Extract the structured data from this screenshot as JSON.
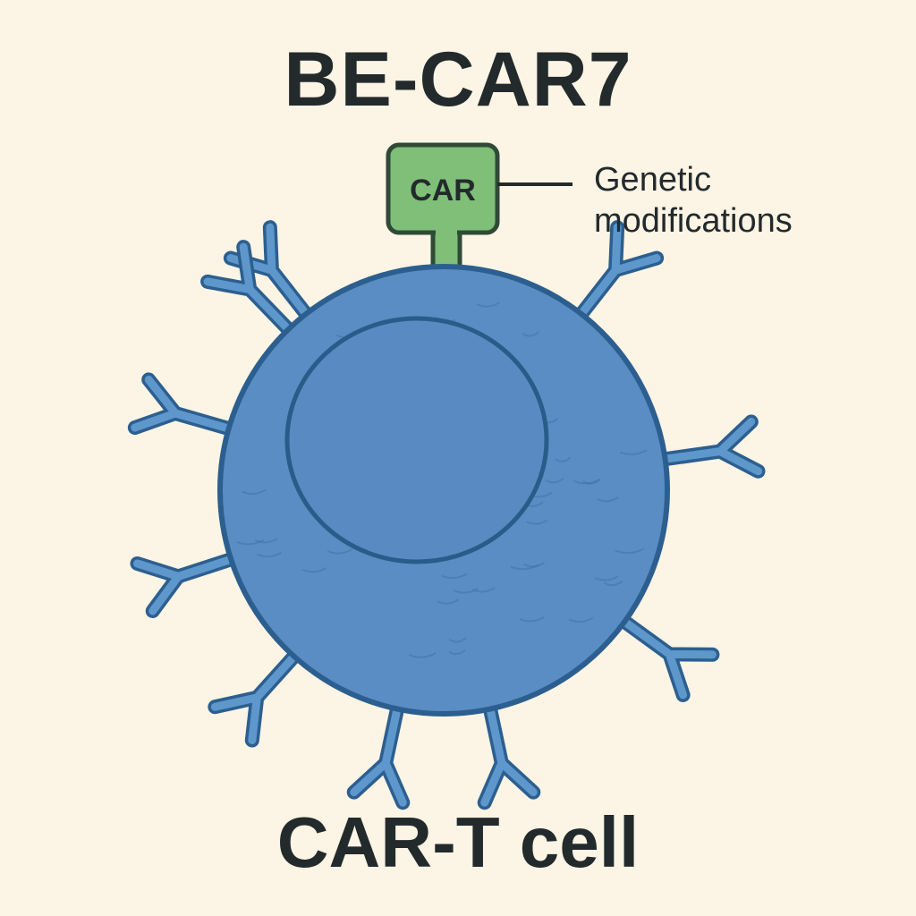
{
  "title": "BE-CAR7",
  "subtitle": "CAR-T cell",
  "receptor_label": "CAR",
  "annotation": {
    "line1": "Genetic",
    "line2": "modifications"
  },
  "colors": {
    "background": "#fcf4e4",
    "cell_fill": "#5a8dc4",
    "cell_outline": "#2c5f8f",
    "nucleus_fill": "#5a8ac2",
    "receptor_fill": "#7fbf78",
    "receptor_outline": "#2f4a36",
    "antibody": "#5e97cb",
    "text": "#232a2c"
  },
  "icons": [
    "car-receptor",
    "y-shaped-antibody"
  ]
}
